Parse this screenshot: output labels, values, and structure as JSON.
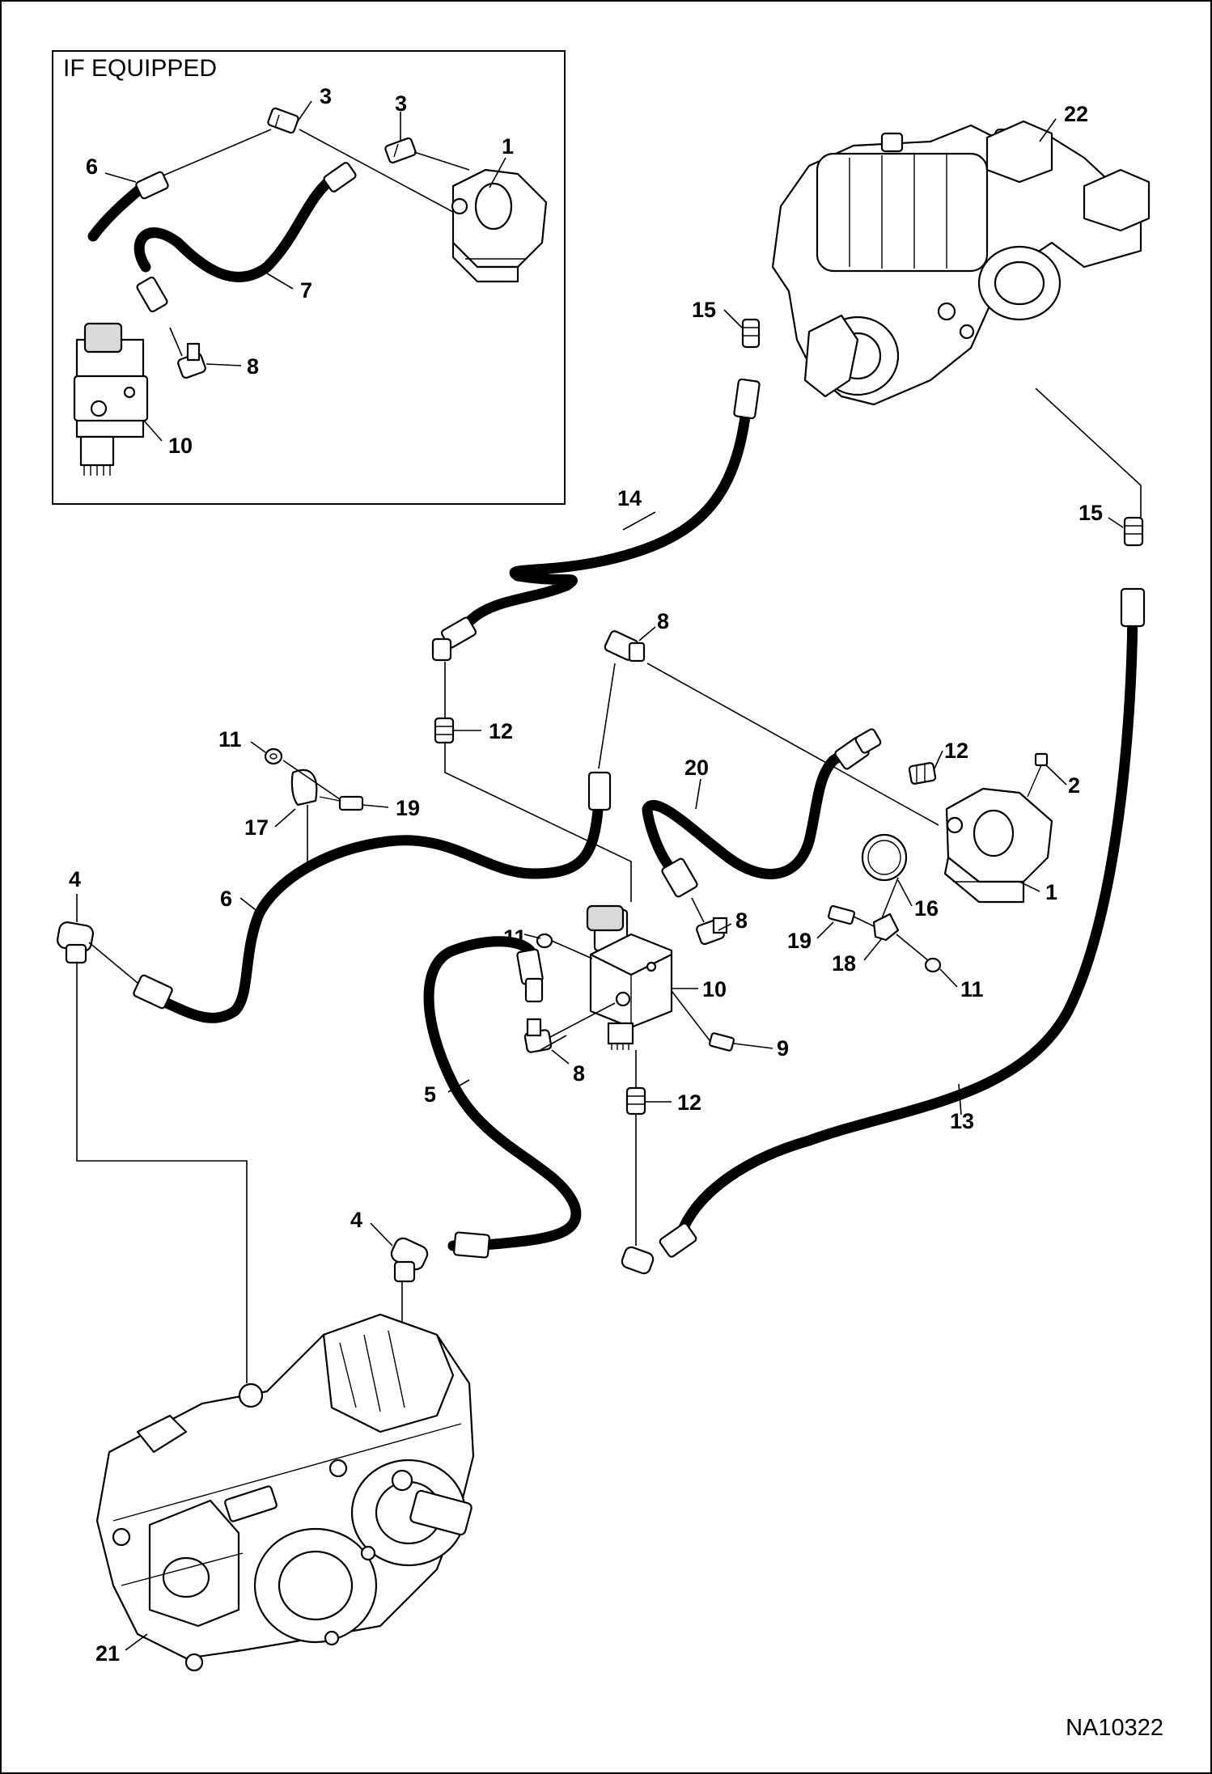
{
  "inset": {
    "title": "IF EQUIPPED"
  },
  "drawing_id": "NA10322",
  "callouts": [
    {
      "id": "c-3a",
      "label": "3"
    },
    {
      "id": "c-3b",
      "label": "3"
    },
    {
      "id": "c-1a",
      "label": "1"
    },
    {
      "id": "c-6a",
      "label": "6"
    },
    {
      "id": "c-7",
      "label": "7"
    },
    {
      "id": "c-8a",
      "label": "8"
    },
    {
      "id": "c-10a",
      "label": "10"
    },
    {
      "id": "c-22",
      "label": "22"
    },
    {
      "id": "c-15a",
      "label": "15"
    },
    {
      "id": "c-15b",
      "label": "15"
    },
    {
      "id": "c-14",
      "label": "14"
    },
    {
      "id": "c-8b",
      "label": "8"
    },
    {
      "id": "c-12a",
      "label": "12"
    },
    {
      "id": "c-11a",
      "label": "11"
    },
    {
      "id": "c-12b",
      "label": "12"
    },
    {
      "id": "c-2",
      "label": "2"
    },
    {
      "id": "c-20",
      "label": "20"
    },
    {
      "id": "c-19a",
      "label": "19"
    },
    {
      "id": "c-17",
      "label": "17"
    },
    {
      "id": "c-4a",
      "label": "4"
    },
    {
      "id": "c-6b",
      "label": "6"
    },
    {
      "id": "c-1b",
      "label": "1"
    },
    {
      "id": "c-16",
      "label": "16"
    },
    {
      "id": "c-11b",
      "label": "11"
    },
    {
      "id": "c-8c",
      "label": "8"
    },
    {
      "id": "c-19b",
      "label": "19"
    },
    {
      "id": "c-10b",
      "label": "10"
    },
    {
      "id": "c-18",
      "label": "18"
    },
    {
      "id": "c-11c",
      "label": "11"
    },
    {
      "id": "c-9",
      "label": "9"
    },
    {
      "id": "c-8d",
      "label": "8"
    },
    {
      "id": "c-12c",
      "label": "12"
    },
    {
      "id": "c-5",
      "label": "5"
    },
    {
      "id": "c-13",
      "label": "13"
    },
    {
      "id": "c-4b",
      "label": "4"
    },
    {
      "id": "c-21",
      "label": "21"
    }
  ]
}
